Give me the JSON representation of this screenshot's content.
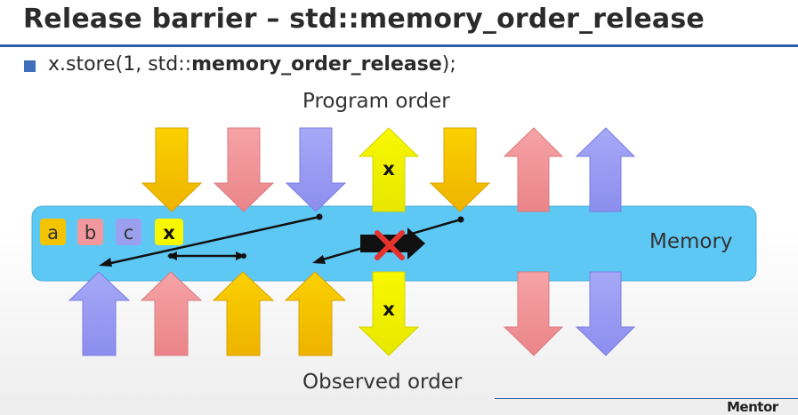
{
  "slide": {
    "title": "Release barrier – std::memory_order_release",
    "bullet_prefix": "x.store(1, std::",
    "bullet_bold": "memory_order_release",
    "bullet_suffix": ");",
    "program_order_label": "Program order",
    "observed_order_label": "Observed order",
    "memory_label": "Memory",
    "logo_text": "Mentor",
    "store_arrow_label": "x",
    "load_arrow_label": "x"
  },
  "legend_boxes": [
    {
      "label": "a",
      "color": "#f5c400"
    },
    {
      "label": "b",
      "color": "#f2979b"
    },
    {
      "label": "c",
      "color": "#9aa0ee"
    },
    {
      "label": "x",
      "color": "#f7f700"
    }
  ],
  "colors": {
    "memory_band": "#5ec8f5",
    "yellow": "#f7c700",
    "pink": "#f2969a",
    "purple": "#9a9cf4",
    "bright_yellow": "#f5f500",
    "blocked_cross": "#e8322e"
  },
  "icons": {
    "blocked": "x-cross-icon"
  }
}
